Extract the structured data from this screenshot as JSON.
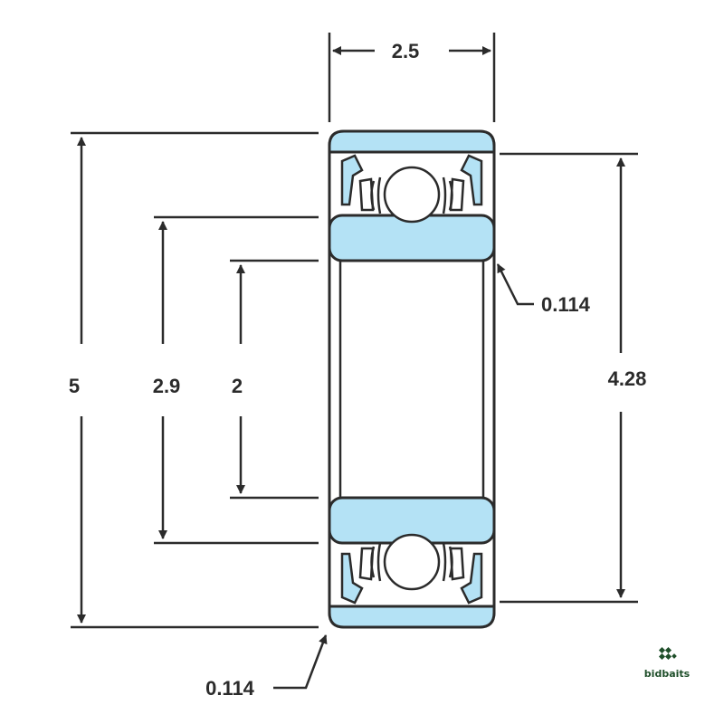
{
  "dimensions": {
    "width": "2.5",
    "outer_diameter": "5",
    "shoulder_diameter": "2.9",
    "bore_diameter": "2",
    "outer_ring_inner_diameter": "4.28",
    "chamfer_outer": "0.114",
    "chamfer_inner": "0.114"
  },
  "colors": {
    "ring_fill": "#b4e2f5",
    "line": "#2b2b2b",
    "logo_green": "#1f4f2a"
  },
  "logo": {
    "text": "bidbaits",
    "icon": "diamond-dots-icon"
  }
}
